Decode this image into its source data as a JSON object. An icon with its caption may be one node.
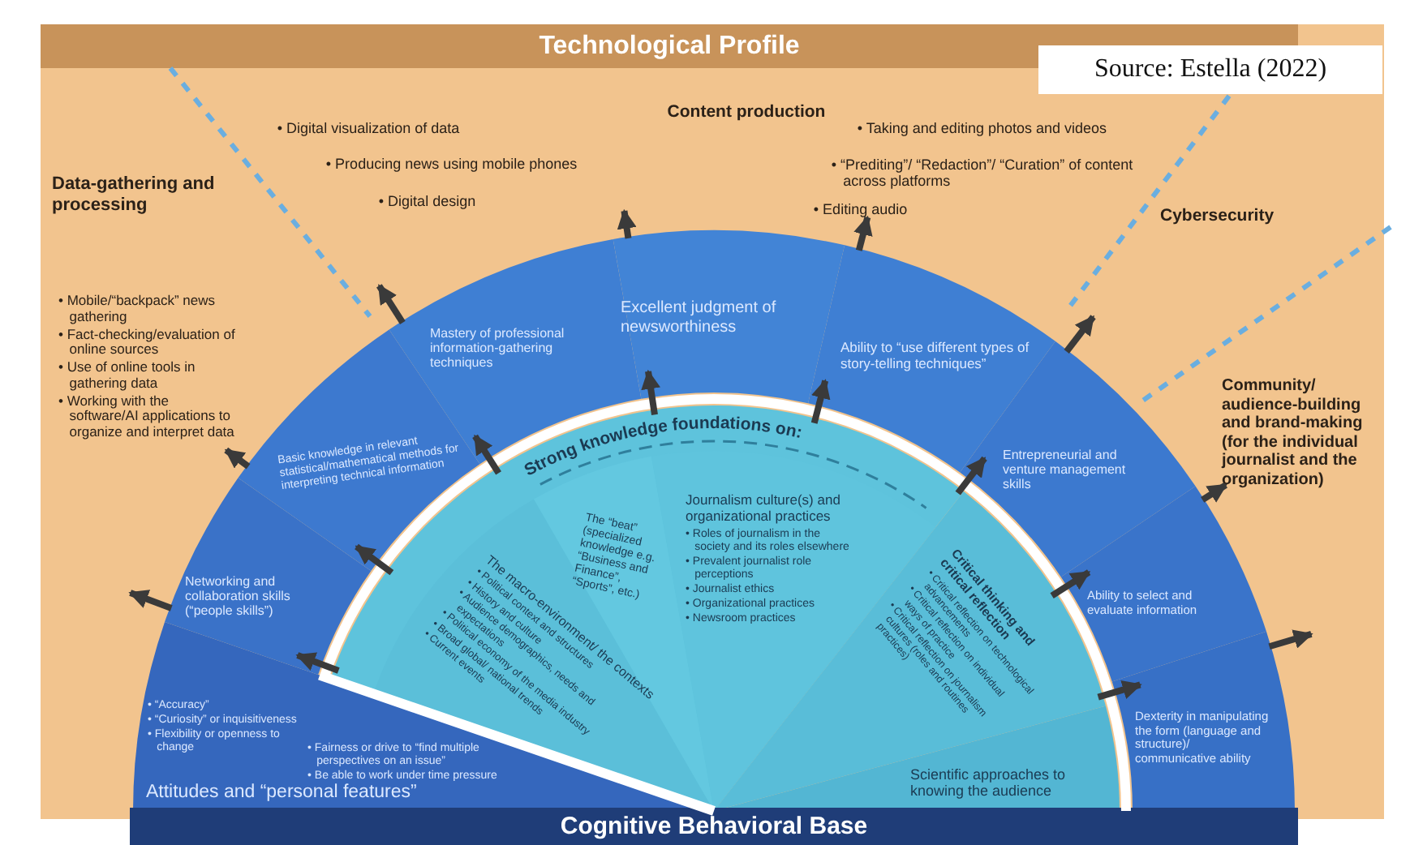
{
  "diagram": {
    "nodes": [
      {
        "text": [
          "Technological Profile"
        ]
      },
      {
        "text": [
          "Data-gathering and processing",
          "• Mobile/“backpack” news gathering",
          "• Fact-checking/evaluation of online sources",
          "• Use of online tools in gathering data",
          "• Working with the software/AI applications to organize and interpret data"
        ],
        "in": 0
      },
      {
        "text": [
          "Content production",
          "• Digital visualization of data",
          "• Producing news using mobile phones",
          "• Digital design",
          "• Taking and editing photos and videos",
          "• “Prediting”/ “Redaction”/ “Curation” of content across platforms",
          "• Editing audio"
        ],
        "in": 0
      },
      {
        "text": [
          "Cybersecurity"
        ],
        "in": 0
      },
      {
        "text": [
          "Community/ audience-building and brand-making (for the individual journalist and the organization)"
        ],
        "in": 0
      },
      {
        "text": [
          "• “Accuracy”",
          "• “Curiosity” or inquisitiveness",
          "• Flexibility or openness to change",
          "• Fairness or drive to “find multiple perspectives on an issue”",
          "• Be able to work under time pressure",
          "Attitudes and “personal features”"
        ],
        "in": 0
      },
      {
        "text": [
          "Networking and collaboration skills (“people skills”)"
        ],
        "in": 0
      },
      {
        "text": [
          "Basic knowledge in relevant statistical/mathematical methods for interpreting technical information"
        ],
        "in": 0
      },
      {
        "text": [
          "Mastery of professional information-gathering techniques"
        ],
        "in": 0
      },
      {
        "text": [
          "Excellent judgment of newsworthiness"
        ],
        "in": 0
      },
      {
        "text": [
          "Ability to “use different types of story-telling techniques”"
        ],
        "in": 0
      },
      {
        "text": [
          "Entrepreneurial and venture management skills"
        ],
        "in": 0
      },
      {
        "text": [
          "Ability to select and evaluate information"
        ],
        "in": 0
      },
      {
        "text": [
          "Dexterity in manipulating the form (language and structure)/ communicative ability"
        ],
        "in": 0
      },
      {
        "text": [
          "Strong knowledge foundations on:"
        ],
        "in": 0
      },
      {
        "text": [
          "The macro-environment/ the contexts",
          "• Political context and structures",
          "• History and culture",
          "• Audience demographics, needs and expectations",
          "• Political economy of the media industry",
          "• Broad global/ national trends",
          "• Current events"
        ],
        "in": 14
      },
      {
        "text": [
          "The “beat” (specialized knowledge e.g. “Business and Finance”, “Sports”, etc.)"
        ],
        "in": 14
      },
      {
        "text": [
          "Journalism culture(s) and organizational practices",
          "• Roles of journalism in the society and its roles elsewhere",
          "• Prevalent journalist role perceptions",
          "• Journalist ethics",
          "• Organizational practices",
          "• Newsroom practices"
        ],
        "in": 14
      },
      {
        "text": [
          "Critical thinking and critical reflection",
          "• Critical reflection on technological advancements",
          "• Critical reflection on individual ways of practice",
          "• Critical reflection on journalism cultures (roles and routines practices)"
        ],
        "in": 0
      },
      {
        "text": [
          "Scientific approaches to knowing the audience"
        ],
        "in": 0
      },
      {
        "text": [
          "Cognitive Behavioral Base"
        ]
      }
    ],
    "edges": [
      {
        "from": 14,
        "to": 6,
        "arrow": "to"
      },
      {
        "from": 14,
        "to": 7,
        "arrow": "to"
      },
      {
        "from": 14,
        "to": 8,
        "arrow": "to"
      },
      {
        "from": 14,
        "to": 9,
        "arrow": "to"
      },
      {
        "from": 14,
        "to": 10,
        "arrow": "to"
      },
      {
        "from": 14,
        "to": 11,
        "arrow": "to"
      },
      {
        "from": 18,
        "to": 12,
        "arrow": "to"
      },
      {
        "from": 18,
        "to": 13,
        "arrow": "to"
      },
      {
        "from": 6,
        "to": null,
        "arrow": "to"
      },
      {
        "from": 7,
        "to": 1,
        "arrow": "to"
      },
      {
        "from": 8,
        "to": null,
        "arrow": "to"
      },
      {
        "from": 9,
        "to": 2,
        "arrow": "to"
      },
      {
        "from": 10,
        "to": 2,
        "arrow": "to"
      },
      {
        "from": 11,
        "to": null,
        "arrow": "to"
      },
      {
        "from": 12,
        "to": 4,
        "arrow": "to"
      },
      {
        "from": 13,
        "to": null,
        "arrow": "to"
      }
    ],
    "labels": [
      "Source: Estella (2022)"
    ]
  }
}
